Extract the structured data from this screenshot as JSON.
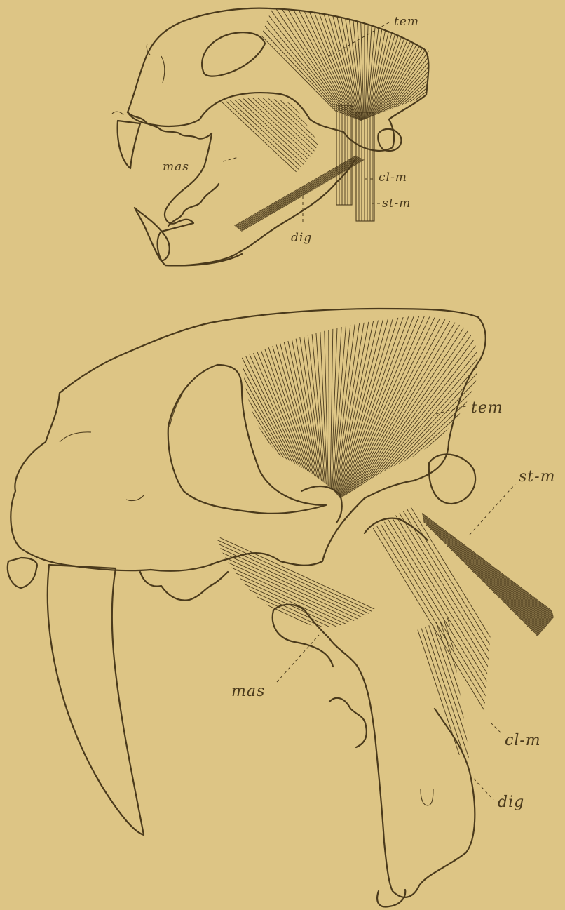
{
  "colors": {
    "background": "#ddc585",
    "ink": "#4a3a1c"
  },
  "figure_upper": {
    "labels": {
      "tem": "tem",
      "mas": "mas",
      "cl_m": "cl-m",
      "st_m": "st-m",
      "dig": "dig"
    }
  },
  "figure_lower": {
    "labels": {
      "tem": "tem",
      "st_m": "st-m",
      "mas": "mas",
      "cl_m": "cl-m",
      "dig": "dig"
    }
  }
}
